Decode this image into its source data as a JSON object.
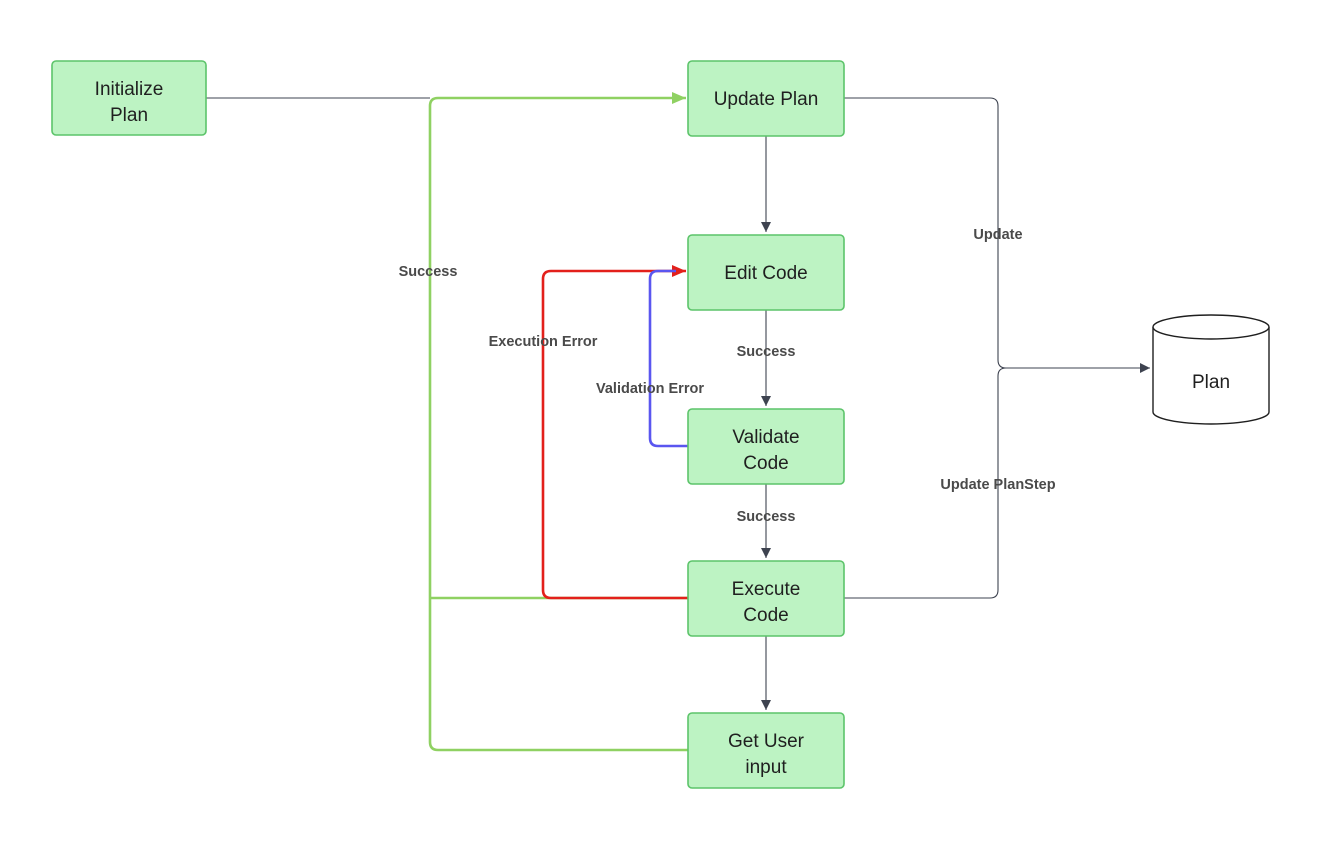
{
  "nodes": {
    "initialize_plan": {
      "line1": "Initialize",
      "line2": "Plan"
    },
    "update_plan": {
      "line1": "Update Plan"
    },
    "edit_code": {
      "line1": "Edit Code"
    },
    "validate_code": {
      "line1": "Validate",
      "line2": "Code"
    },
    "execute_code": {
      "line1": "Execute",
      "line2": "Code"
    },
    "get_user_input": {
      "line1": "Get User",
      "line2": "input"
    },
    "plan_store": {
      "line1": "Plan"
    }
  },
  "edge_labels": {
    "success_loop": "Success",
    "update": "Update",
    "execution_error": "Execution Error",
    "validation_error": "Validation Error",
    "success_edit_to_validate": "Success",
    "success_validate_to_execute": "Success",
    "update_planstep": "Update PlanStep"
  },
  "colors": {
    "node_fill": "#bdf3c3",
    "node_border": "#5cc46a",
    "success_edge": "#8fd162",
    "execution_error_edge": "#e3201b",
    "validation_error_edge": "#5a56f0",
    "default_edge": "#3e4350"
  }
}
